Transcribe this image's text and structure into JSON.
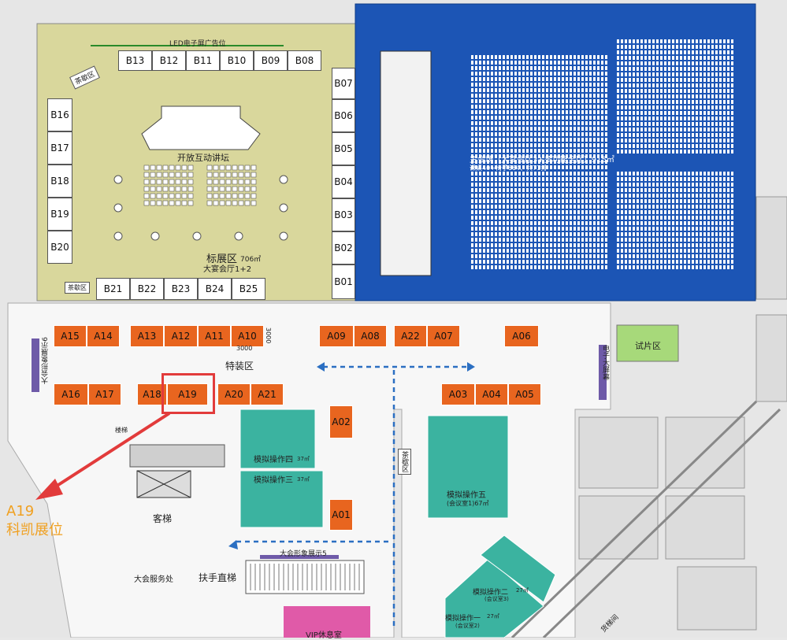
{
  "map": {
    "led_label": "LED电子屏广告位",
    "tea_label_1": "茶歇区",
    "tea_label_2": "茶歇区",
    "tea_label_3": "茶歇区",
    "stage_label": "开放互动讲坛",
    "std_area_label": "标展区",
    "std_area_size": "706㎡",
    "std_area_hall": "大宴会厅1+2",
    "main_hall_label": "主会场（大宴会厅3+多功能全厅）915㎡",
    "main_hall_sub": "课桌40+椅子664、共71排",
    "special_area_label": "特装区",
    "dimension_label": "3000",
    "dimension_label_v": "3000",
    "showcase_6": "大会形象展示6",
    "showcase_5": "大会形象展示5",
    "screen_label": "电子大屏幕",
    "trial_label": "试片区",
    "sim4_label": "模拟操作四",
    "sim4_size": "37㎡",
    "sim3_label": "模拟操作三",
    "sim3_size": "37㎡",
    "sim5_label": "模拟操作五",
    "sim5_sub": "(会议室1)67㎡",
    "sim2_label": "模拟操作二",
    "sim2_size": "27㎡",
    "sim2_sub": "(会议室3)",
    "sim1_label": "模拟操作一",
    "sim1_size": "27㎡",
    "sim1_sub": "(会议室2)",
    "elevator_label": "客梯",
    "escalator_label": "扶手直梯",
    "service_label": "大会服务处",
    "stair_label": "楼梯",
    "vip_label": "VIP休息室",
    "bottom_right_label": "货梯间",
    "callout_code": "A19",
    "callout_text": "科凯展位"
  },
  "booths_b": [
    "B13",
    "B12",
    "B11",
    "B10",
    "B09",
    "B08",
    "B07",
    "B06",
    "B05",
    "B04",
    "B03",
    "B02",
    "B01",
    "B16",
    "B17",
    "B18",
    "B19",
    "B20",
    "B21",
    "B22",
    "B23",
    "B24",
    "B25"
  ],
  "booths_a": [
    "A15",
    "A14",
    "A13",
    "A12",
    "A11",
    "A10",
    "A09",
    "A08",
    "A22",
    "A07",
    "A06",
    "A16",
    "A17",
    "A18",
    "A19",
    "A20",
    "A21",
    "A03",
    "A04",
    "A05",
    "A02",
    "A01"
  ],
  "colors": {
    "exhibit_area": "#d9d79c",
    "main_hall": "#1c55b5",
    "a_booth": "#e8651f",
    "sim_room": "#3bb3a0",
    "trial_area": "#a7d97a",
    "highlight": "#e23b3b",
    "callout": "#f0a020",
    "vip_room": "#e05aa8"
  }
}
